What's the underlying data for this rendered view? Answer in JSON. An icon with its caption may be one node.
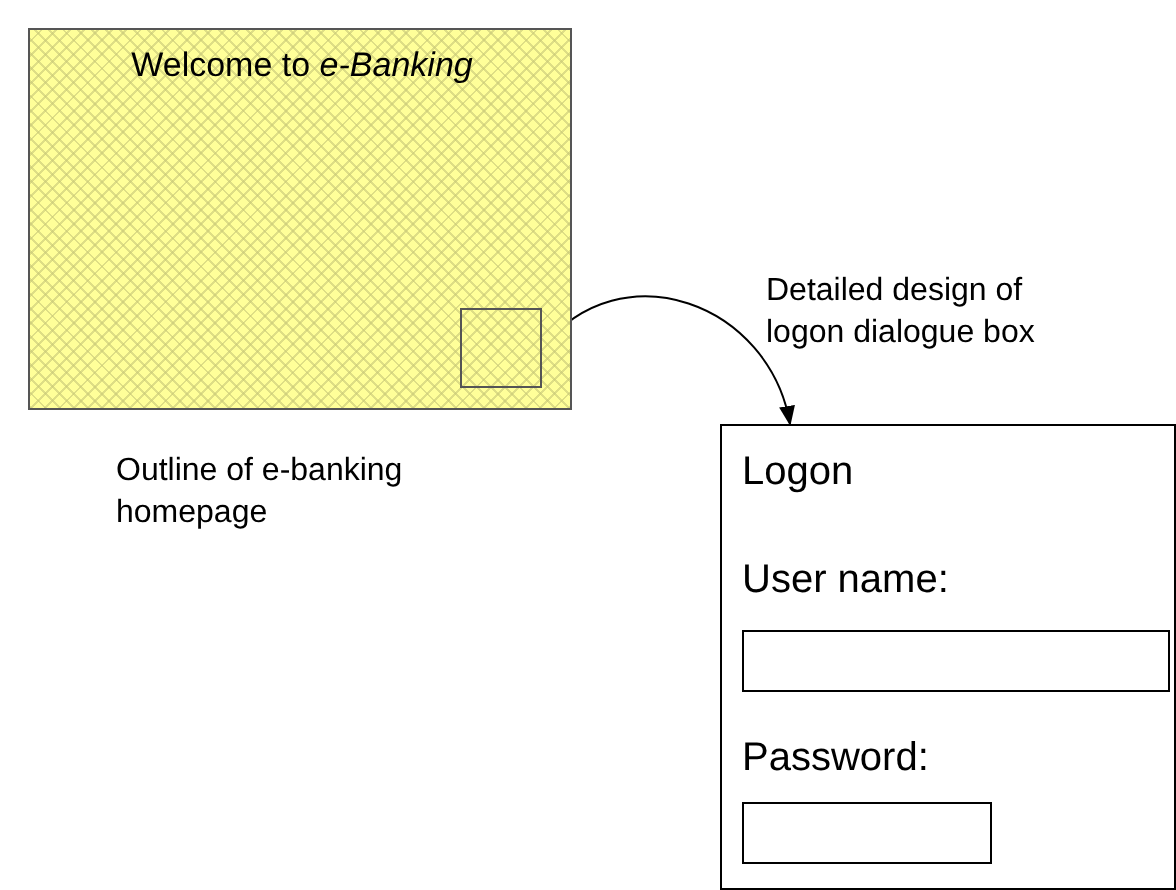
{
  "diagram": {
    "nodes": [
      {
        "text": [
          "Welcome to *e-Banking*"
        ],
        "beside": [
          "Outline of e-banking homepage"
        ]
      },
      {
        "text": [],
        "shape": "box",
        "in": 0
      },
      {
        "text": [
          "Logon",
          "User name:",
          "Password:"
        ]
      },
      {
        "text": [],
        "shape": "box",
        "in": 2
      },
      {
        "text": [],
        "shape": "box",
        "in": 2
      }
    ],
    "edges": [
      {
        "from": 1,
        "to": 2,
        "arrow": "to",
        "label": "Detailed design of logon dialogue box"
      }
    ]
  }
}
